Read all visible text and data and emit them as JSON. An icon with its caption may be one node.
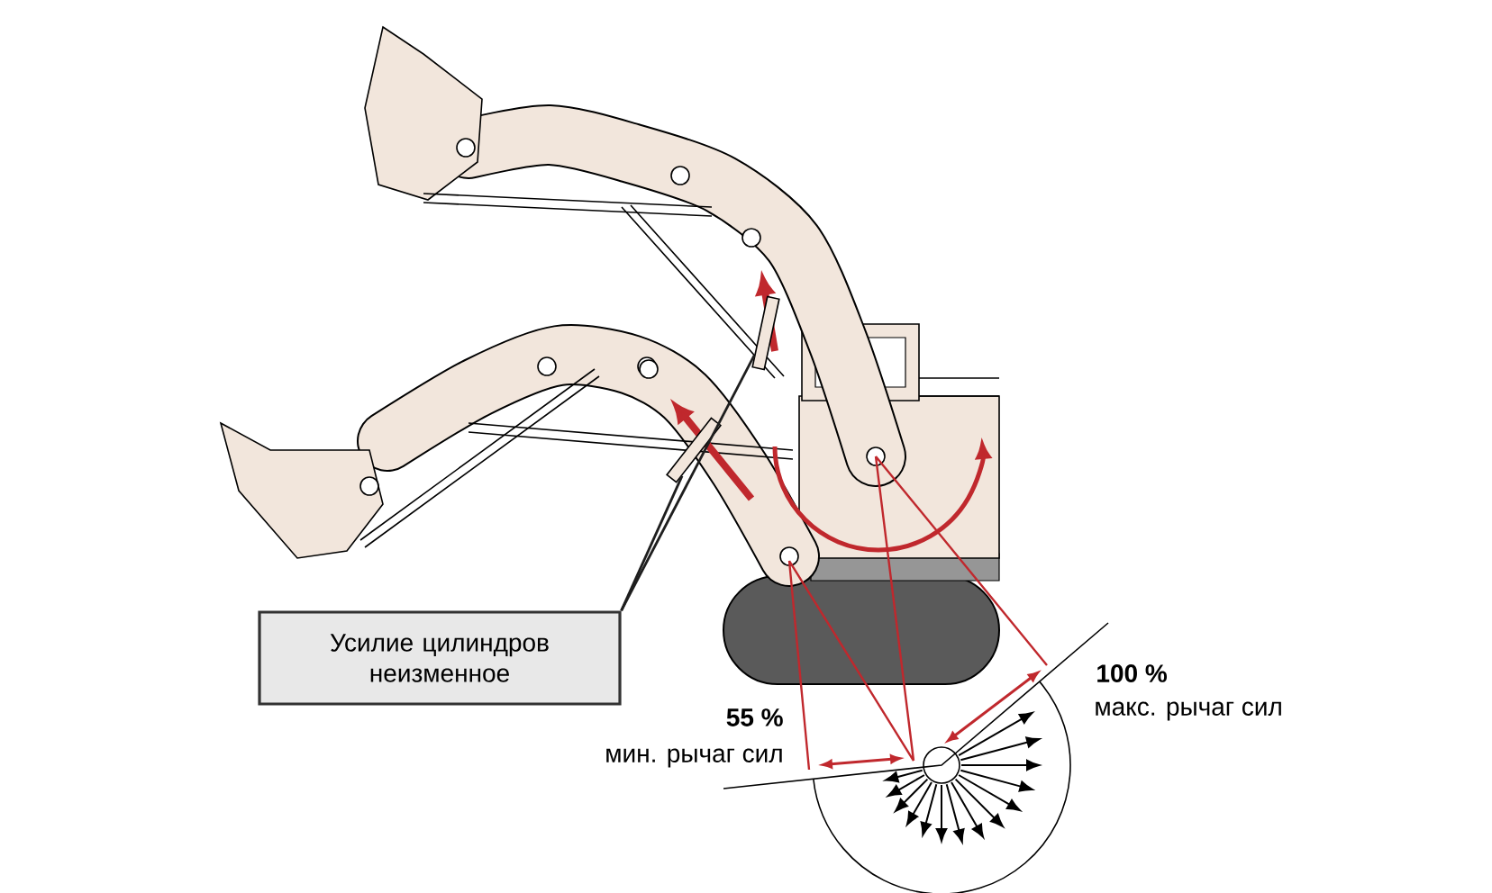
{
  "diagram": {
    "nodes": [
      {
        "text": [
          "Усилие цилиндров неизменное"
        ]
      },
      {
        "text": [],
        "shape": "cylinder"
      },
      {
        "text": [],
        "shape": "cylinder"
      }
    ],
    "edges": [
      {
        "from": 0,
        "to": 1,
        "arrow": "none"
      },
      {
        "from": 0,
        "to": 2,
        "arrow": "none"
      }
    ],
    "labels": [
      "100 %",
      "макс. рычаг сил",
      "55 %",
      "мин. рычаг сил"
    ]
  }
}
